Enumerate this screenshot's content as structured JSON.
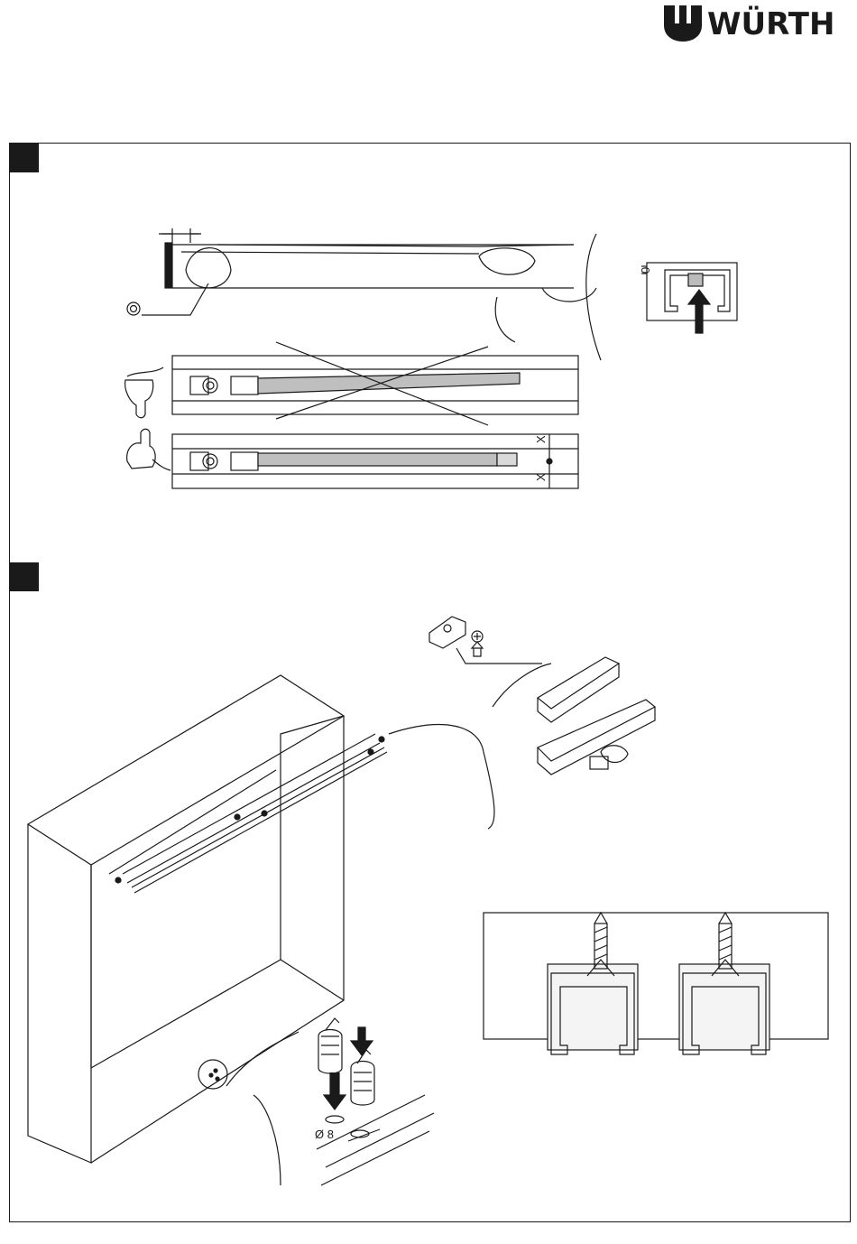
{
  "brand": {
    "name": "WÜRTH"
  },
  "step1": {
    "measure_zero": "0",
    "measure_x_top": "X",
    "measure_x_bottom": "X"
  },
  "step2": {
    "hole_diameter": "Ø 8"
  }
}
